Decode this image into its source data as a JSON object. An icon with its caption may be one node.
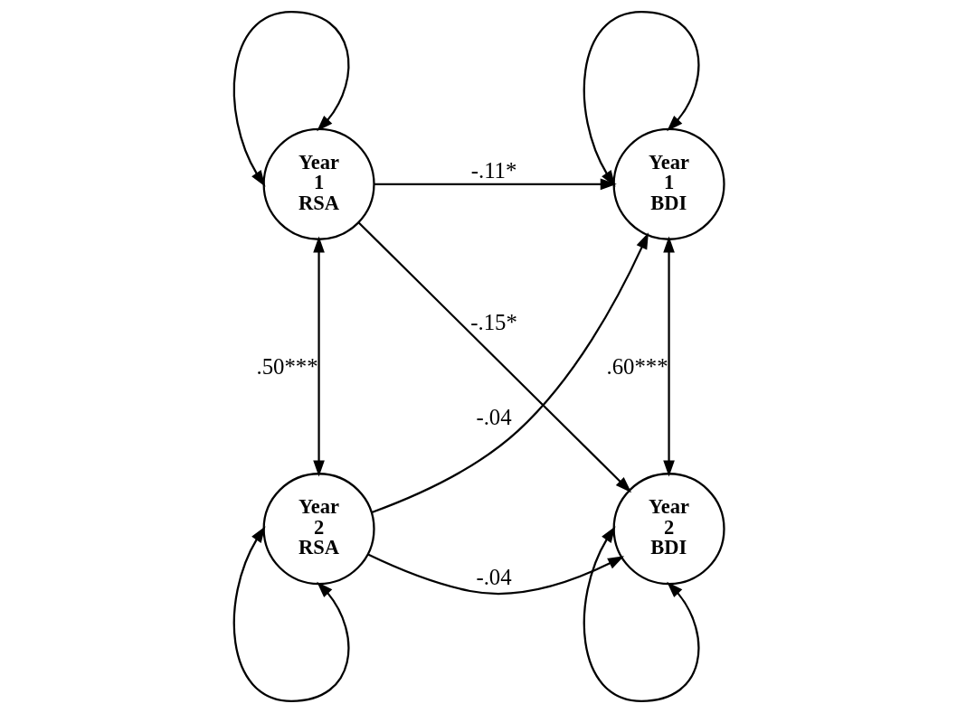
{
  "diagram": {
    "nodes": [
      {
        "text": [
          "Year 1 RSA"
        ]
      },
      {
        "text": [
          "Year 1 BDI"
        ]
      },
      {
        "text": [
          "Year 2 RSA"
        ]
      },
      {
        "text": [
          "Year 2 BDI"
        ]
      }
    ],
    "edges": [
      {
        "from": 0,
        "to": 0,
        "arrow": "both"
      },
      {
        "from": 1,
        "to": 1,
        "arrow": "both"
      },
      {
        "from": 2,
        "to": 2,
        "arrow": "both"
      },
      {
        "from": 3,
        "to": 3,
        "arrow": "both"
      },
      {
        "from": 0,
        "to": 2,
        "arrow": "both",
        "label": ".50***"
      },
      {
        "from": 1,
        "to": 3,
        "arrow": "both",
        "label": ".60***"
      },
      {
        "from": 0,
        "to": 1,
        "arrow": "to",
        "label": "-.11*"
      },
      {
        "from": 0,
        "to": 3,
        "arrow": "to",
        "label": "-.15*"
      },
      {
        "from": 2,
        "to": 1,
        "arrow": "to",
        "label": "-.04"
      },
      {
        "from": 2,
        "to": 3,
        "arrow": "to",
        "label": "-.04"
      }
    ]
  }
}
